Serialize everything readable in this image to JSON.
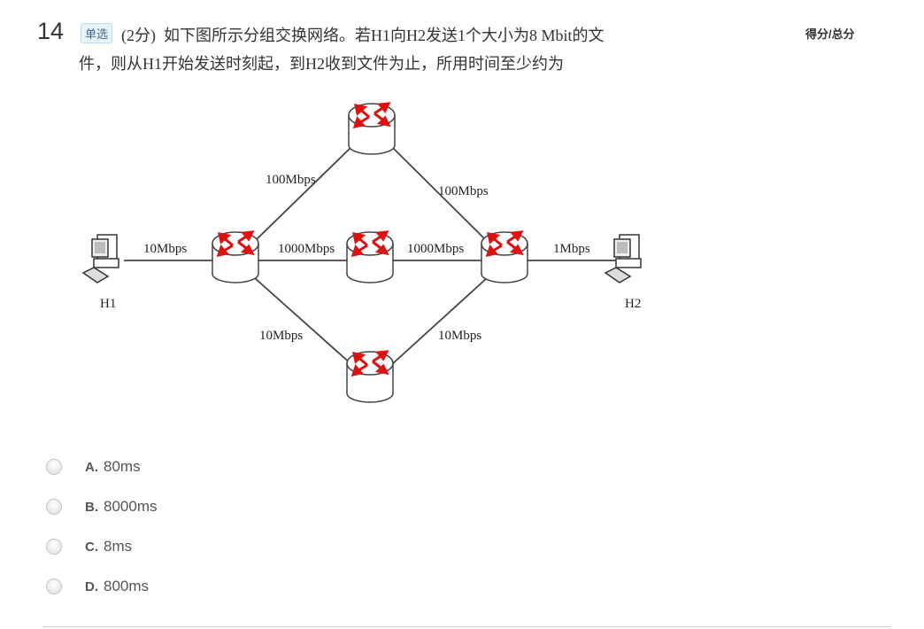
{
  "question": {
    "number": "14",
    "type_badge": "单选",
    "points": "(2分)",
    "stem_line1": "如下图所示分组交换网络。若H1向H2发送1个大小为8 Mbit的文",
    "stem_line2": "件，则从H1开始发送时刻起，到H2收到文件为止，所用时间至少约为"
  },
  "score_label": "得分/总分",
  "diagram": {
    "hosts": [
      "H1",
      "H2"
    ],
    "links": {
      "h1_left": "10Mbps",
      "left_top": "100Mbps",
      "top_right": "100Mbps",
      "left_mid": "1000Mbps",
      "mid_right": "1000Mbps",
      "right_h2": "1Mbps",
      "left_bottom": "10Mbps",
      "bottom_right": "10Mbps"
    }
  },
  "options": [
    {
      "letter": "A.",
      "text": "80ms"
    },
    {
      "letter": "B.",
      "text": "8000ms"
    },
    {
      "letter": "C.",
      "text": "8ms"
    },
    {
      "letter": "D.",
      "text": "800ms"
    }
  ]
}
